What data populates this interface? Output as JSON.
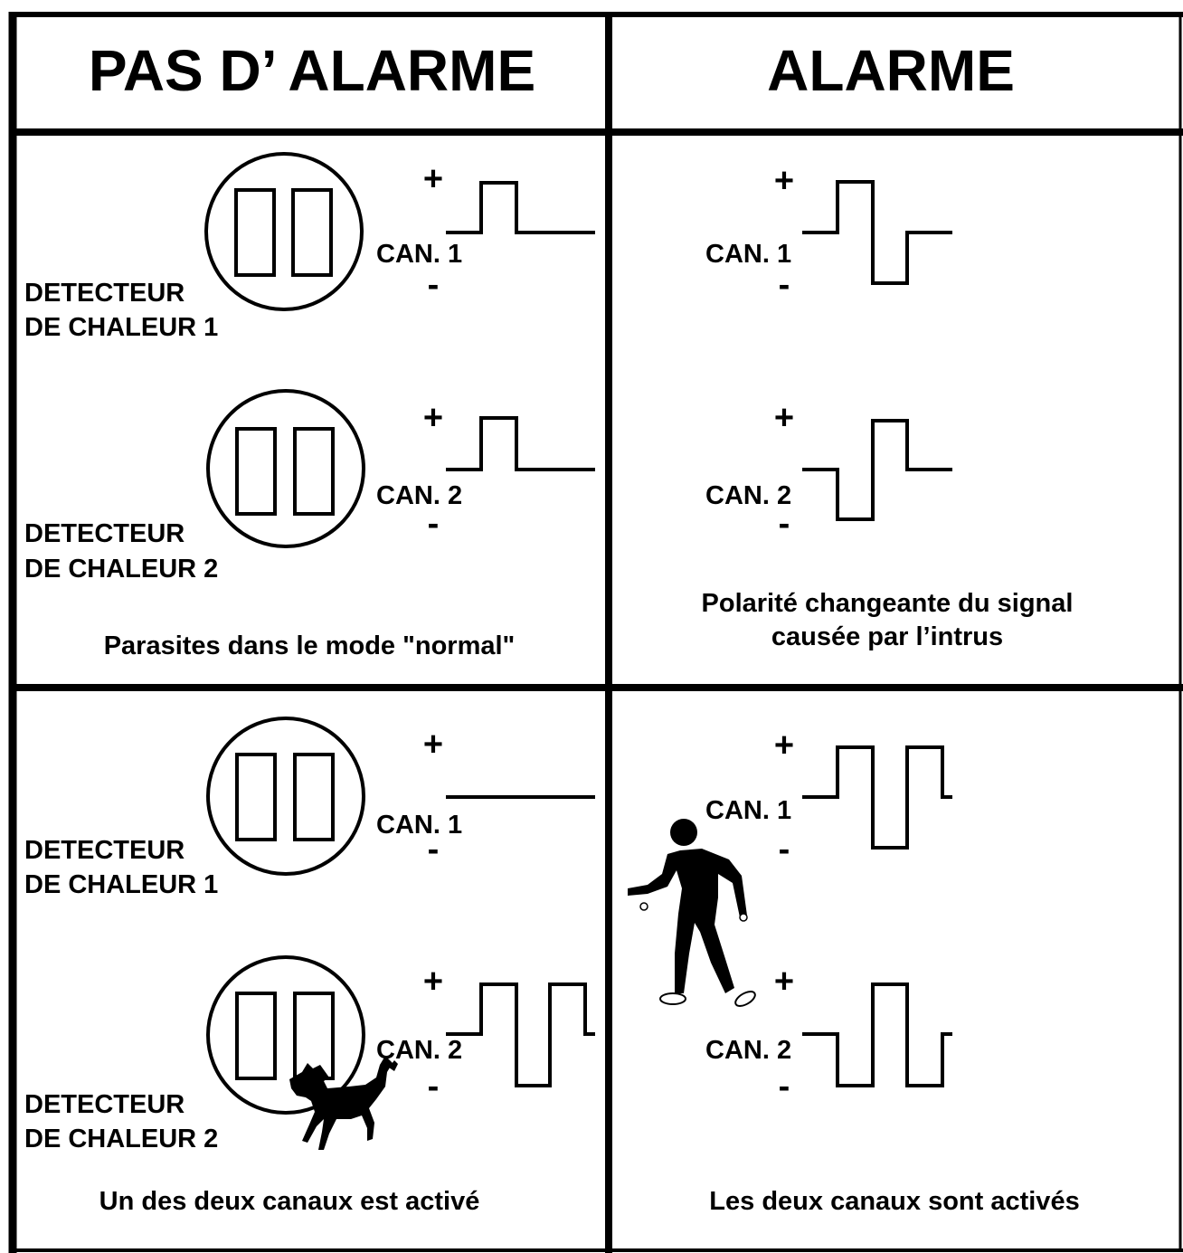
{
  "headers": {
    "left": "PAS D’ ALARME",
    "right": "ALARME"
  },
  "symbols": {
    "plus": "+",
    "minus": "-"
  },
  "channels": {
    "can1": "CAN. 1",
    "can2": "CAN. 2"
  },
  "detectors": {
    "d1_line1": "DETECTEUR",
    "d1_line2": "DE CHALEUR 1",
    "d2_line1": "DETECTEUR",
    "d2_line2": "DE CHALEUR 2"
  },
  "captions": {
    "top_left": "Parasites dans le mode \"normal\"",
    "top_right_line1": "Polarité changeante du signal",
    "top_right_line2": "causée par l’intrus",
    "bottom_left": "Un des deux canaux est activé",
    "bottom_right": "Les deux canaux sont activés"
  },
  "icons": [
    "detector-icon",
    "walking-person-icon",
    "dog-icon"
  ],
  "colors": {
    "ink": "#000000",
    "paper": "#ffffff"
  }
}
